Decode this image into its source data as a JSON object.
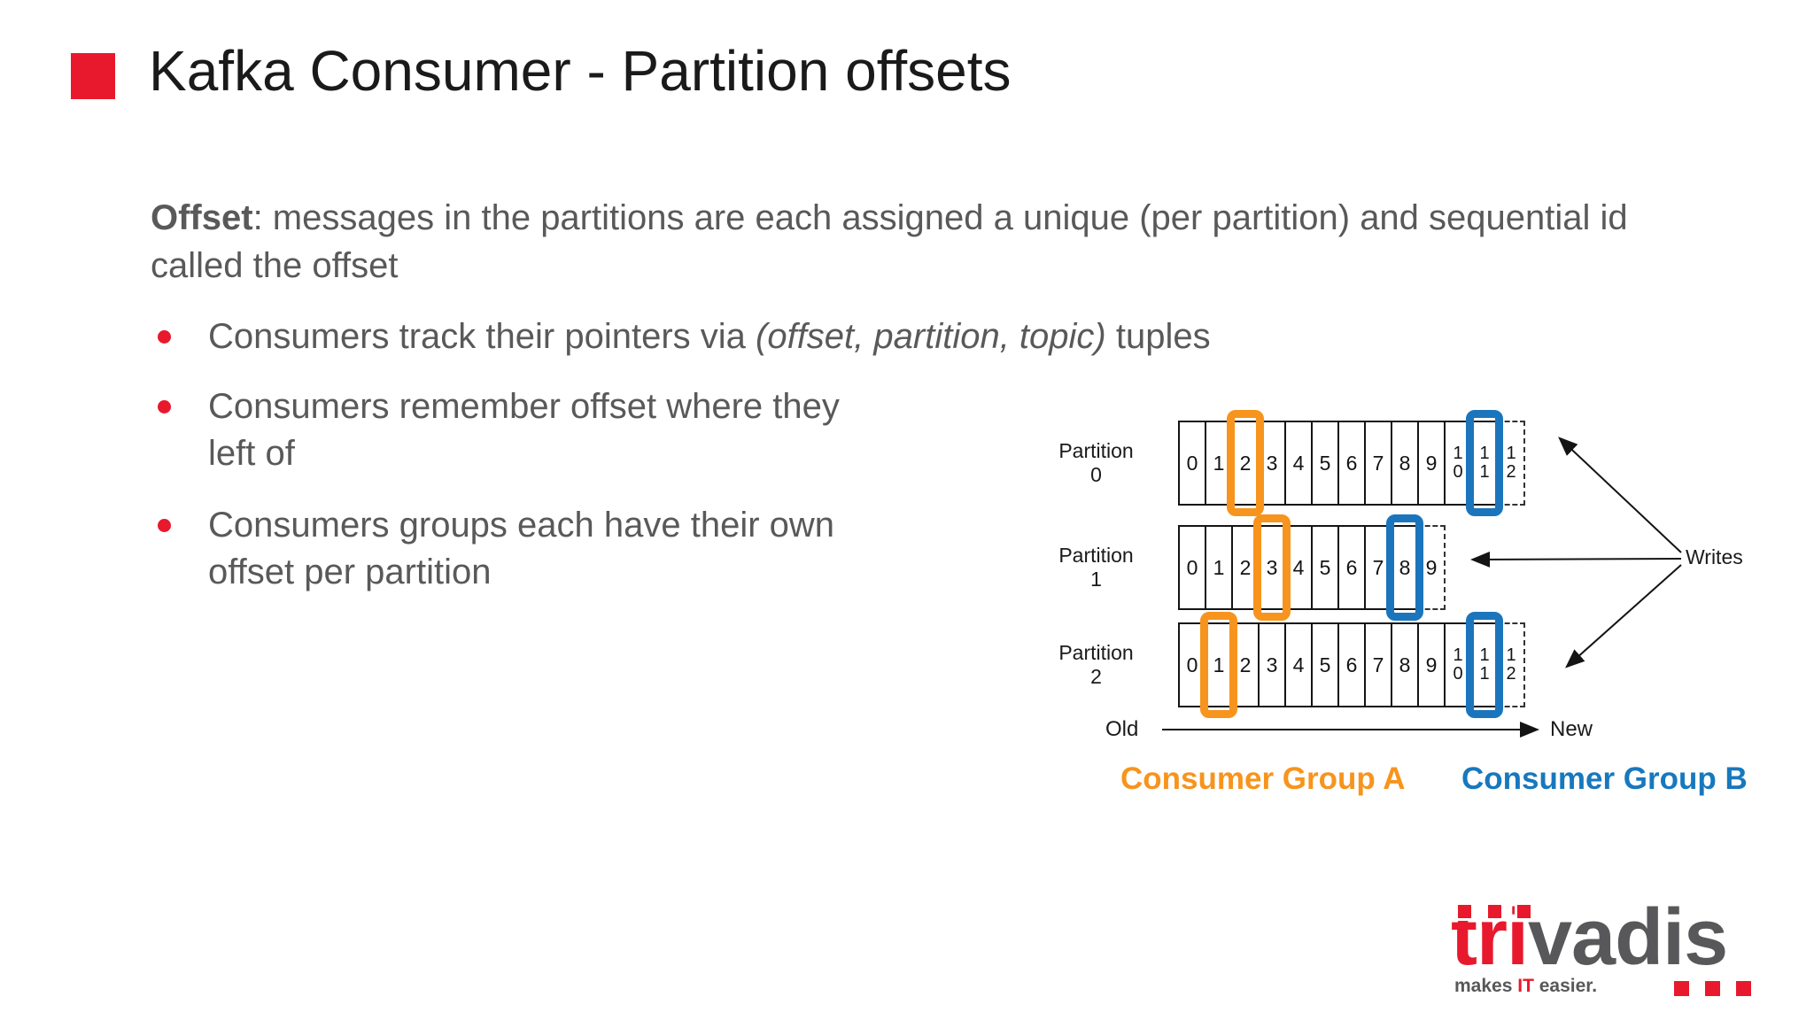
{
  "slide": {
    "title": "Kafka Consumer - Partition offsets",
    "intro": {
      "bold": "Offset",
      "rest": ": messages in the partitions are each assigned a unique (per partition) and sequential id called the offset"
    },
    "bullets": [
      {
        "pre": "Consumers track their pointers via ",
        "italic": "(offset, partition, topic)",
        "post": " tuples"
      },
      {
        "pre": "Consumers remember offset where they left of",
        "italic": "",
        "post": ""
      },
      {
        "pre": "Consumers groups each have their own offset per partition",
        "italic": "",
        "post": ""
      }
    ]
  },
  "diagram": {
    "rows": [
      {
        "label_top": "Partition",
        "label_num": "0",
        "cells": [
          "0",
          "1",
          "2",
          "3",
          "4",
          "5",
          "6",
          "7",
          "8",
          "9",
          "10",
          "11",
          "12"
        ],
        "orange_index": 2,
        "blue_index": 11,
        "dashed_index": 12
      },
      {
        "label_top": "Partition",
        "label_num": "1",
        "cells": [
          "0",
          "1",
          "2",
          "3",
          "4",
          "5",
          "6",
          "7",
          "8",
          "9"
        ],
        "orange_index": 3,
        "blue_index": 8,
        "dashed_index": 9
      },
      {
        "label_top": "Partition",
        "label_num": "2",
        "cells": [
          "0",
          "1",
          "2",
          "3",
          "4",
          "5",
          "6",
          "7",
          "8",
          "9",
          "10",
          "11",
          "12"
        ],
        "orange_index": 1,
        "blue_index": 11,
        "dashed_index": 12
      }
    ],
    "old_label": "Old",
    "new_label": "New",
    "writes_label": "Writes",
    "legend": {
      "group_a": "Consumer Group A",
      "group_b": "Consumer Group B"
    },
    "colors": {
      "orange": "#F7941D",
      "blue": "#1B75BC",
      "group_a_text": "#F7941D",
      "group_b_text": "#1778BE"
    }
  },
  "logo": {
    "brand_red": "tri",
    "brand_gray": "vadis",
    "tagline_pre": "makes ",
    "tagline_it": "IT",
    "tagline_post": " easier.",
    "colors": {
      "red": "#E8192C",
      "gray": "#58585A"
    }
  }
}
